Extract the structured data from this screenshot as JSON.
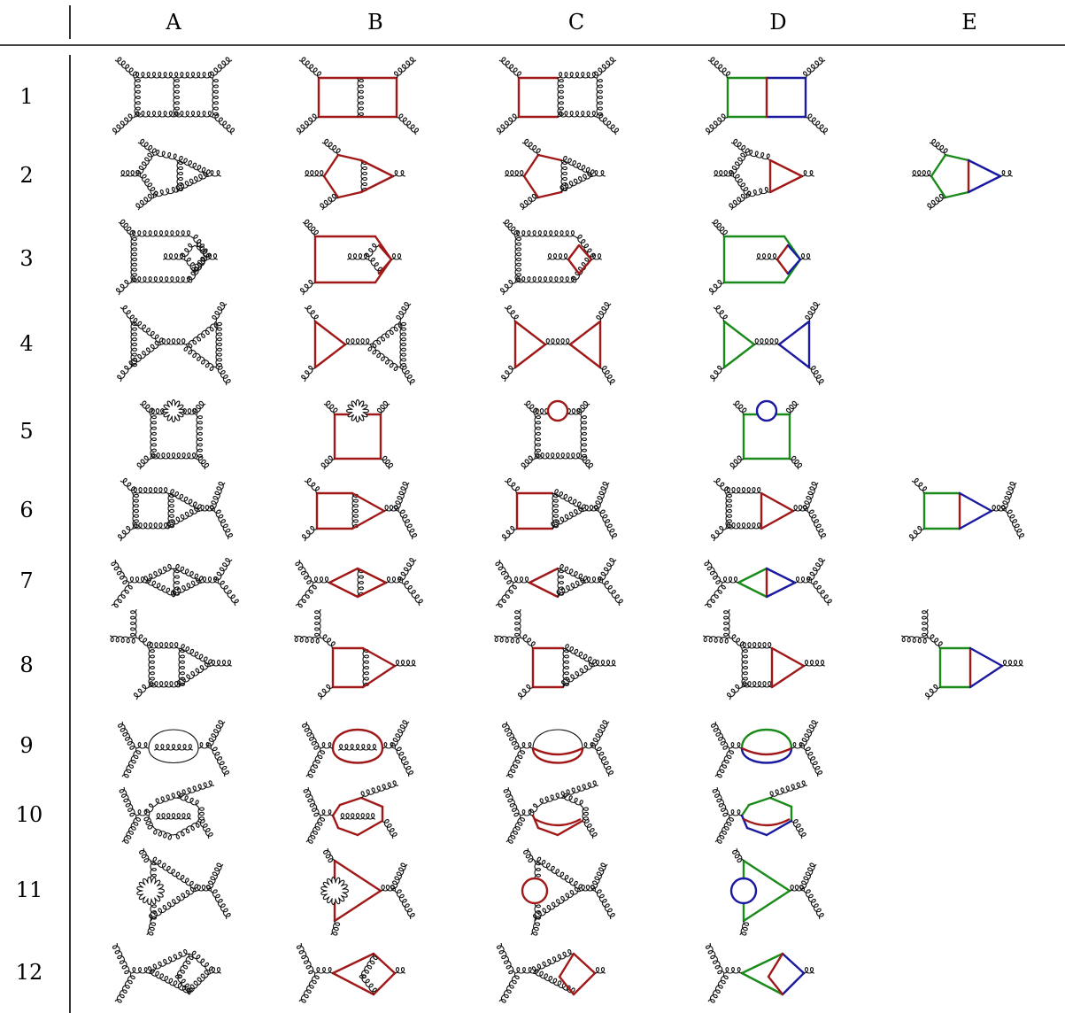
{
  "table": {
    "columns": [
      "A",
      "B",
      "C",
      "D",
      "E"
    ],
    "rows": [
      "1",
      "2",
      "3",
      "4",
      "5",
      "6",
      "7",
      "8",
      "9",
      "10",
      "11",
      "12"
    ]
  },
  "colors": {
    "gluon": "#111111",
    "red": "#a01818",
    "green": "#1a8a1a",
    "blue": "#1a1aa0"
  },
  "diagrams": [
    {
      "row": 1,
      "col": "A",
      "topology": "double-box",
      "coloring": "gluon"
    },
    {
      "row": 1,
      "col": "B",
      "topology": "double-box",
      "coloring": "red-outer"
    },
    {
      "row": 1,
      "col": "C",
      "topology": "double-box",
      "coloring": "red-left"
    },
    {
      "row": 1,
      "col": "D",
      "topology": "double-box",
      "coloring": "green-red-blue"
    },
    {
      "row": 2,
      "col": "A",
      "topology": "pentagon-triangle",
      "coloring": "gluon"
    },
    {
      "row": 2,
      "col": "B",
      "topology": "pentagon-triangle",
      "coloring": "red-outer"
    },
    {
      "row": 2,
      "col": "C",
      "topology": "pentagon-triangle",
      "coloring": "red-left"
    },
    {
      "row": 2,
      "col": "D",
      "topology": "pentagon-triangle",
      "coloring": "red-right"
    },
    {
      "row": 2,
      "col": "E",
      "topology": "pentagon-triangle",
      "coloring": "green-red-blue"
    },
    {
      "row": 3,
      "col": "A",
      "topology": "box-diamond",
      "coloring": "gluon"
    },
    {
      "row": 3,
      "col": "B",
      "topology": "box-diamond",
      "coloring": "red-outer"
    },
    {
      "row": 3,
      "col": "C",
      "topology": "box-diamond",
      "coloring": "red-right"
    },
    {
      "row": 3,
      "col": "D",
      "topology": "box-diamond",
      "coloring": "green-red-blue"
    },
    {
      "row": 4,
      "col": "A",
      "topology": "bowtie",
      "coloring": "gluon"
    },
    {
      "row": 4,
      "col": "B",
      "topology": "bowtie",
      "coloring": "red-left"
    },
    {
      "row": 4,
      "col": "C",
      "topology": "bowtie",
      "coloring": "red-both"
    },
    {
      "row": 4,
      "col": "D",
      "topology": "bowtie",
      "coloring": "green-blue"
    },
    {
      "row": 5,
      "col": "A",
      "topology": "box-bubble",
      "coloring": "gluon"
    },
    {
      "row": 5,
      "col": "B",
      "topology": "box-bubble",
      "coloring": "red-box"
    },
    {
      "row": 5,
      "col": "C",
      "topology": "box-bubble",
      "coloring": "red-bubble"
    },
    {
      "row": 5,
      "col": "D",
      "topology": "box-bubble",
      "coloring": "green-blue"
    },
    {
      "row": 6,
      "col": "A",
      "topology": "box-triangle-tail",
      "coloring": "gluon"
    },
    {
      "row": 6,
      "col": "B",
      "topology": "box-triangle-tail",
      "coloring": "red-outer"
    },
    {
      "row": 6,
      "col": "C",
      "topology": "box-triangle-tail",
      "coloring": "red-left"
    },
    {
      "row": 6,
      "col": "D",
      "topology": "box-triangle-tail",
      "coloring": "red-right"
    },
    {
      "row": 6,
      "col": "E",
      "topology": "box-triangle-tail",
      "coloring": "green-red-blue"
    },
    {
      "row": 7,
      "col": "A",
      "topology": "diamond",
      "coloring": "gluon"
    },
    {
      "row": 7,
      "col": "B",
      "topology": "diamond",
      "coloring": "red-outer"
    },
    {
      "row": 7,
      "col": "C",
      "topology": "diamond",
      "coloring": "red-left"
    },
    {
      "row": 7,
      "col": "D",
      "topology": "diamond",
      "coloring": "green-red-blue"
    },
    {
      "row": 8,
      "col": "A",
      "topology": "box-triangle-3pt",
      "coloring": "gluon"
    },
    {
      "row": 8,
      "col": "B",
      "topology": "box-triangle-3pt",
      "coloring": "red-outer"
    },
    {
      "row": 8,
      "col": "C",
      "topology": "box-triangle-3pt",
      "coloring": "red-left"
    },
    {
      "row": 8,
      "col": "D",
      "topology": "box-triangle-3pt",
      "coloring": "red-right"
    },
    {
      "row": 8,
      "col": "E",
      "topology": "box-triangle-3pt",
      "coloring": "green-red-blue"
    },
    {
      "row": 9,
      "col": "A",
      "topology": "sunset",
      "coloring": "gluon"
    },
    {
      "row": 9,
      "col": "B",
      "topology": "sunset",
      "coloring": "red-outer"
    },
    {
      "row": 9,
      "col": "C",
      "topology": "sunset",
      "coloring": "red-inner"
    },
    {
      "row": 9,
      "col": "D",
      "topology": "sunset",
      "coloring": "green-red-blue"
    },
    {
      "row": 10,
      "col": "A",
      "topology": "sunset-hex",
      "coloring": "gluon"
    },
    {
      "row": 10,
      "col": "B",
      "topology": "sunset-hex",
      "coloring": "red-outer"
    },
    {
      "row": 10,
      "col": "C",
      "topology": "sunset-hex",
      "coloring": "red-inner"
    },
    {
      "row": 10,
      "col": "D",
      "topology": "sunset-hex",
      "coloring": "green-red-blue"
    },
    {
      "row": 11,
      "col": "A",
      "topology": "triangle-bubble",
      "coloring": "gluon"
    },
    {
      "row": 11,
      "col": "B",
      "topology": "triangle-bubble",
      "coloring": "red-outer"
    },
    {
      "row": 11,
      "col": "C",
      "topology": "triangle-bubble",
      "coloring": "red-bubble"
    },
    {
      "row": 11,
      "col": "D",
      "topology": "triangle-bubble",
      "coloring": "green-blue"
    },
    {
      "row": 12,
      "col": "A",
      "topology": "kite",
      "coloring": "gluon"
    },
    {
      "row": 12,
      "col": "B",
      "topology": "kite",
      "coloring": "red-outer"
    },
    {
      "row": 12,
      "col": "C",
      "topology": "kite",
      "coloring": "red-right"
    },
    {
      "row": 12,
      "col": "D",
      "topology": "kite",
      "coloring": "green-red-blue"
    }
  ]
}
